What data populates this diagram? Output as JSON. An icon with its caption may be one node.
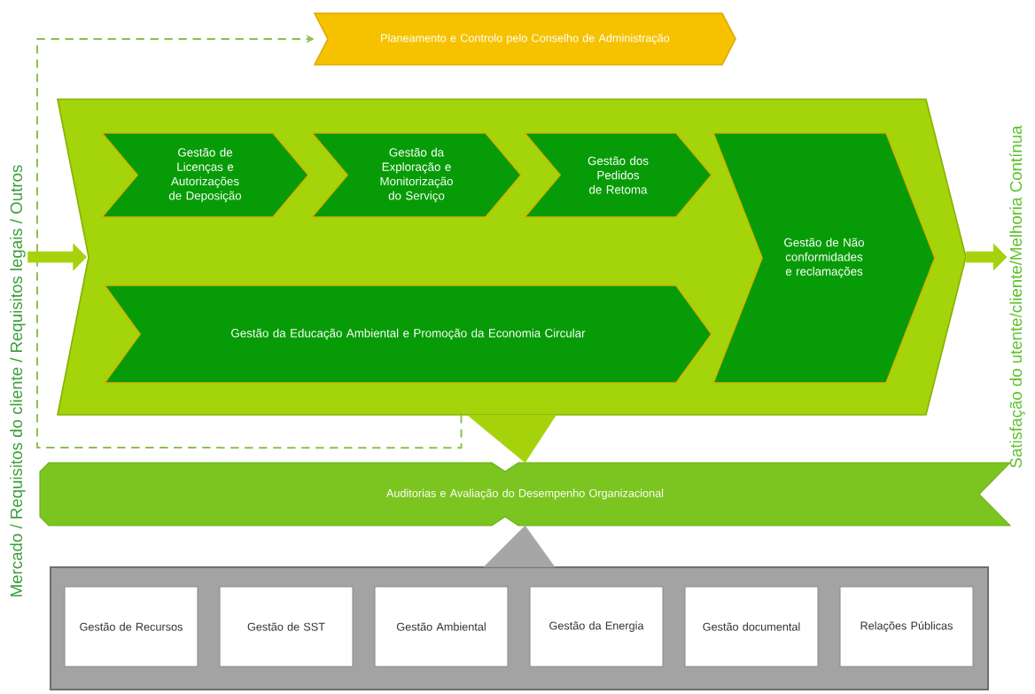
{
  "diagram": {
    "nodes": [
      {
        "text": [
          "Planeamento e Controlo pelo Conselho de Administração"
        ]
      },
      {
        "text": [],
        "shape": "chevron"
      },
      {
        "text": [
          "Gestão de Licenças e Autorizações de Deposição"
        ],
        "in": 1
      },
      {
        "text": [
          "Gestão da Exploração e Monitorização do Serviço"
        ],
        "in": 1
      },
      {
        "text": [
          "Gestão dos Pedidos de Retoma"
        ],
        "in": 1
      },
      {
        "text": [
          "Gestão da Educação Ambiental e Promoção da Economia Circular"
        ],
        "in": 1
      },
      {
        "text": [
          "Gestão de Não conformidades e reclamações"
        ],
        "in": 1
      },
      {
        "text": [
          "Auditorias e Avaliação do Desempenho Organizacional"
        ]
      },
      {
        "text": [],
        "shape": "box"
      },
      {
        "text": [
          "Gestão de Recursos"
        ],
        "in": 8
      },
      {
        "text": [
          "Gestão de SST"
        ],
        "in": 8
      },
      {
        "text": [
          "Gestão Ambiental"
        ],
        "in": 8
      },
      {
        "text": [
          "Gestão da Energia"
        ],
        "in": 8
      },
      {
        "text": [
          "Gestão documental"
        ],
        "in": 8
      },
      {
        "text": [
          "Relações Públicas"
        ],
        "in": 8
      },
      {
        "text": [
          "Mercado / Requisitos do cliente / Requisitos legais / Outros"
        ]
      },
      {
        "text": [
          "Satisfação do utente/cliente/Melhoria Contínua"
        ]
      }
    ],
    "edges": [
      {
        "from": 1,
        "to": 0,
        "arrow": "to",
        "style": "dashed",
        "color": "#8dbf4f"
      },
      {
        "from": 15,
        "to": 1,
        "arrow": "to"
      },
      {
        "from": 1,
        "to": 16,
        "arrow": "to"
      },
      {
        "from": 1,
        "to": 7,
        "arrow": "to"
      },
      {
        "from": 8,
        "to": 7,
        "arrow": "to",
        "color": "#a6a6a6"
      }
    ]
  }
}
